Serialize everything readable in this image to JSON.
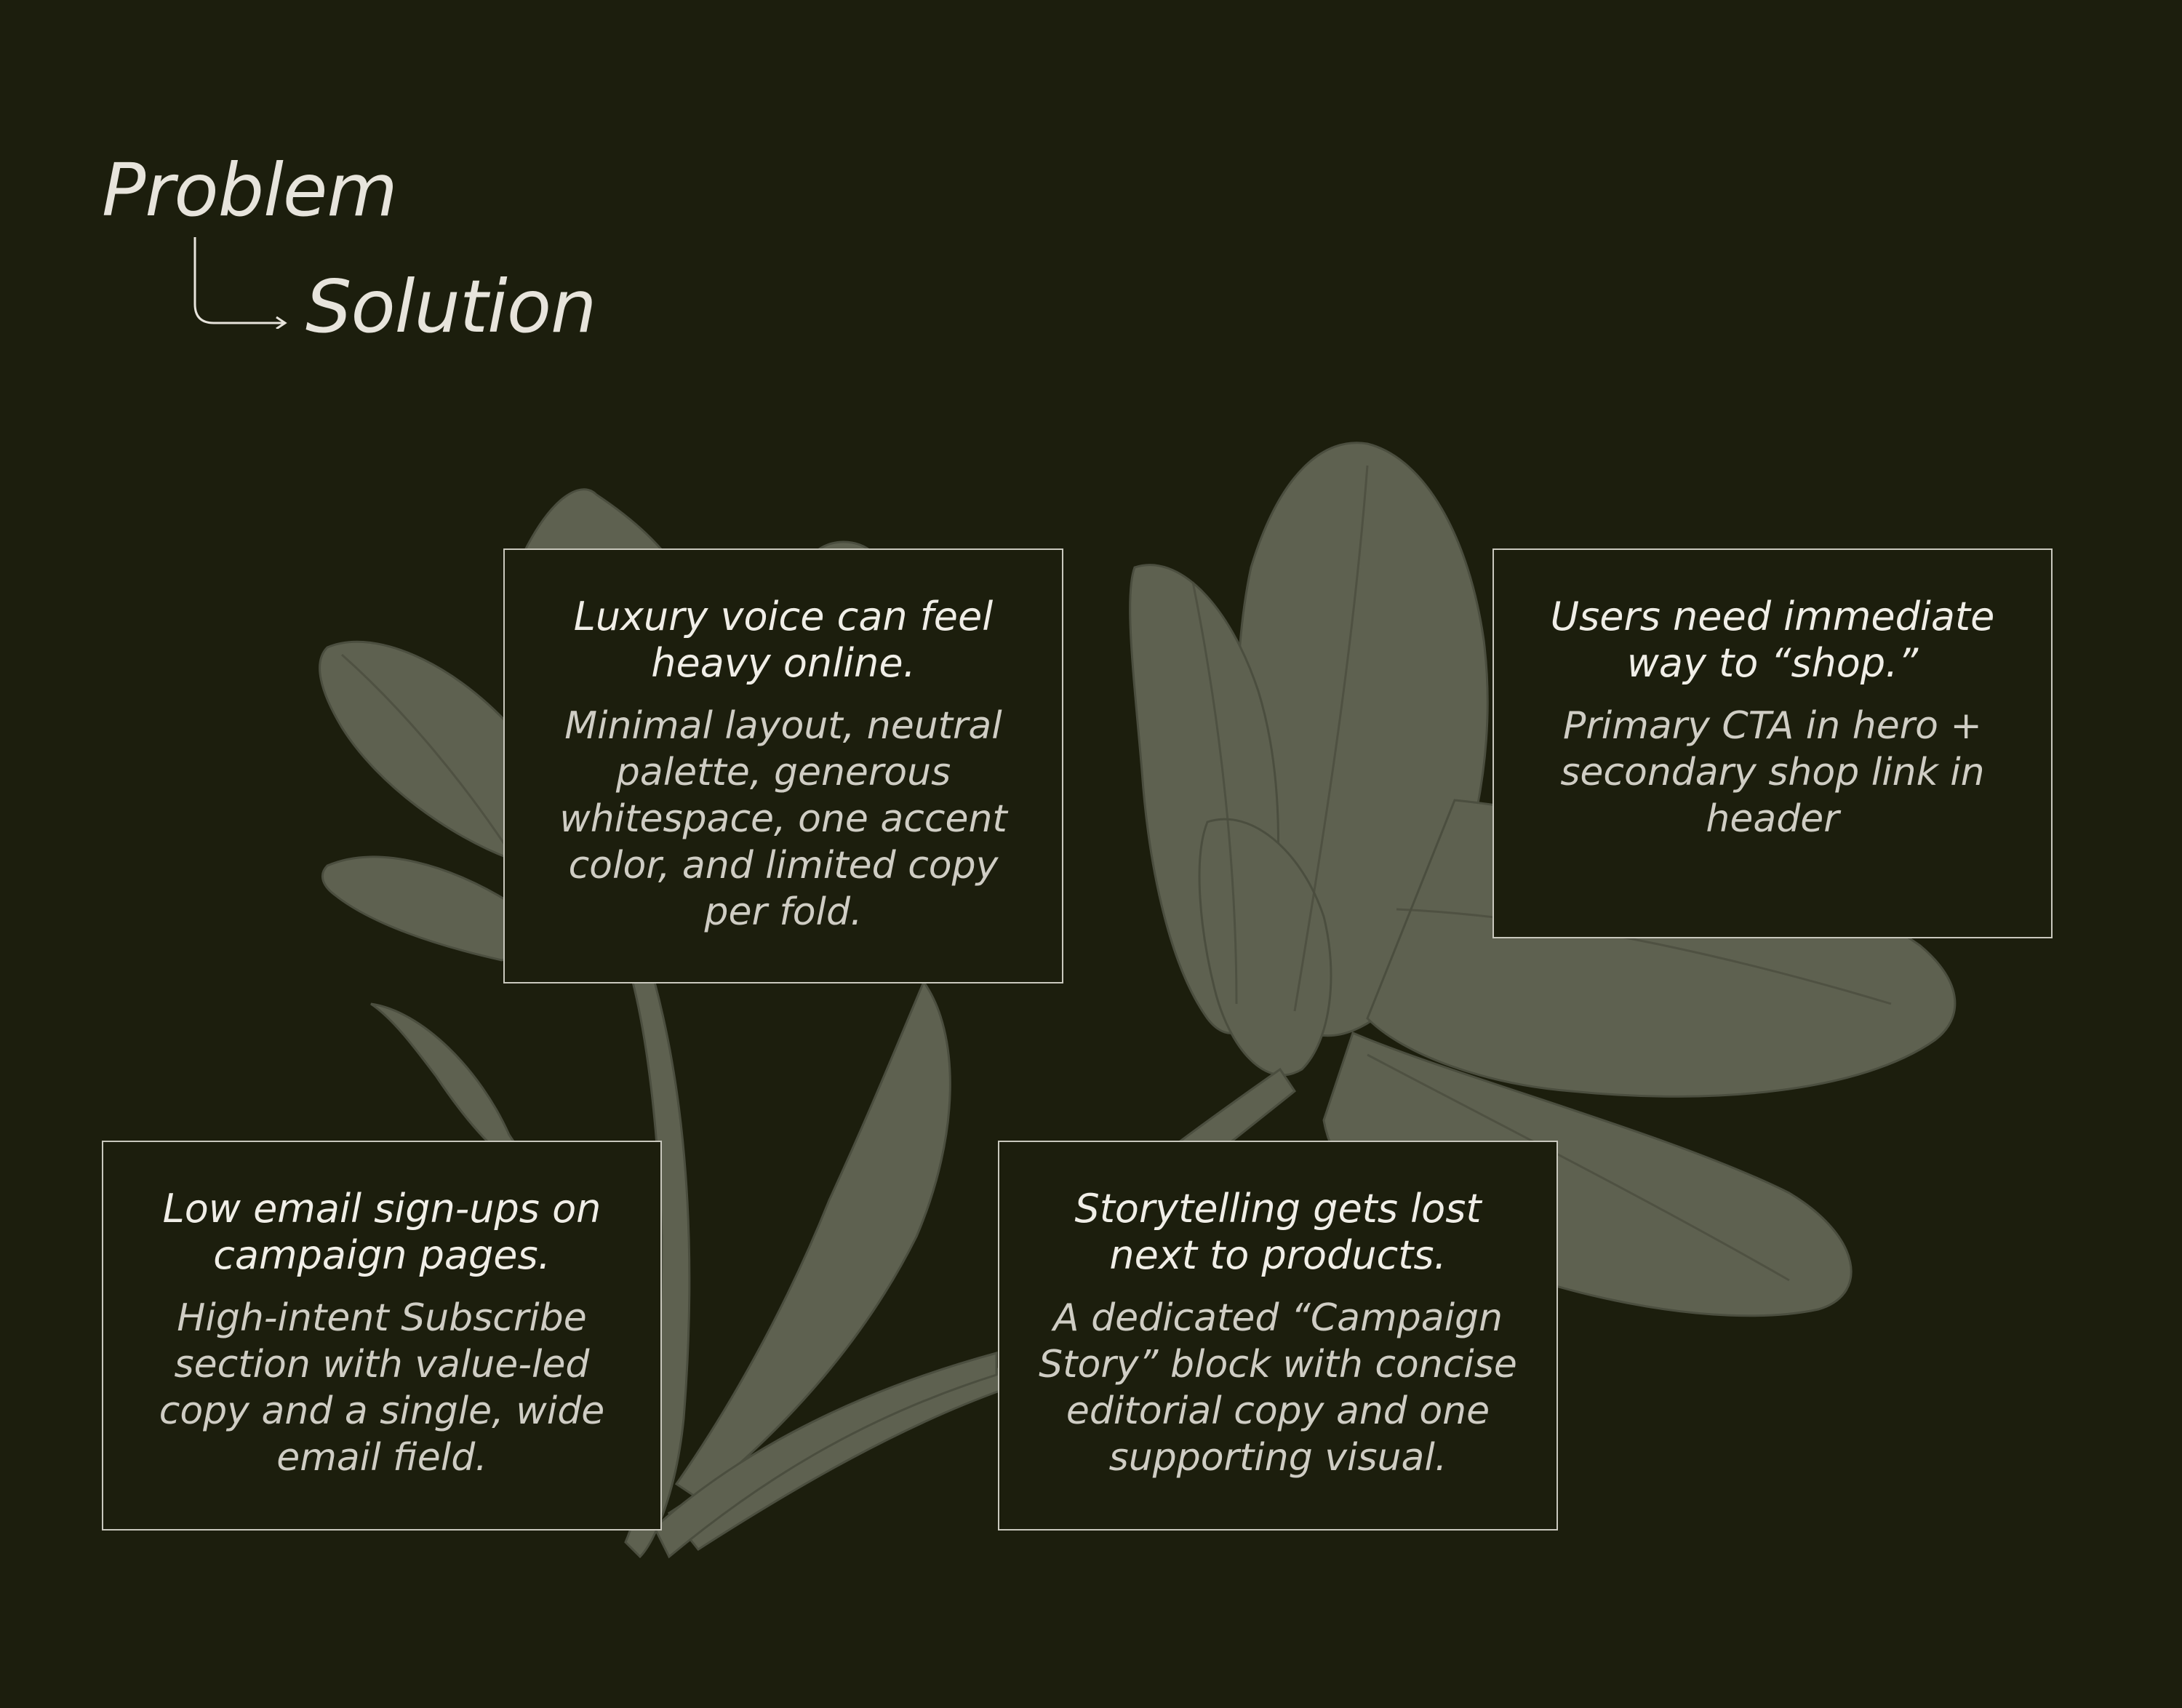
{
  "heading": {
    "problem": "Problem",
    "solution": "Solution"
  },
  "colors": {
    "background": "#1c1e0d",
    "text": "#e8e6df",
    "card_border": "#c9c8bd",
    "flower": "#5e6150"
  },
  "cards": [
    {
      "title": "Luxury voice can feel heavy online.",
      "body": "Minimal layout, neutral palette, generous whitespace, one accent color, and limited copy per fold."
    },
    {
      "title": "Users need immediate way to “shop.”",
      "body": "Primary CTA in hero + secondary shop link in header"
    },
    {
      "title": "Low email sign-ups on campaign pages.",
      "body": "High-intent Subscribe section with value-led copy and a single, wide email field."
    },
    {
      "title": "Storytelling gets lost next to products.",
      "body": "A dedicated “Campaign Story” block with concise editorial copy and one supporting visual."
    }
  ]
}
